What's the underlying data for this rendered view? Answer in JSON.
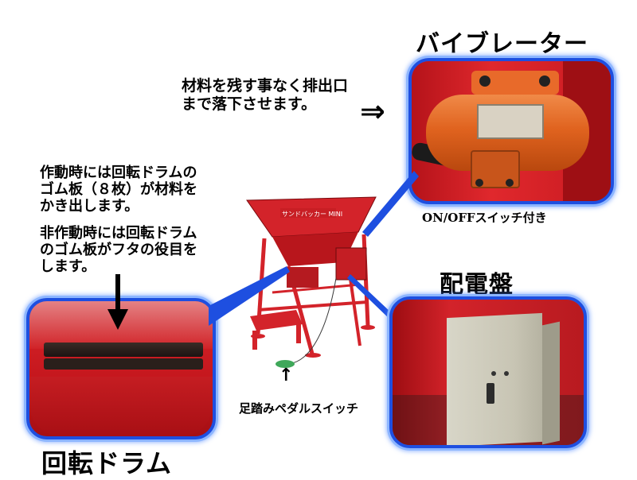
{
  "vibrator": {
    "title": "バイブレーター",
    "caption": "ON/OFFスイッチ付き",
    "note_line1": "材料を残す事なく排出口",
    "note_line2": "まで落下させます。",
    "arrow": "⇒"
  },
  "drum": {
    "title": "回転ドラム",
    "note1_line1": "作動時には回転ドラムの",
    "note1_line2": "ゴム板（８枚）が材料を",
    "note1_line3": "かき出します。",
    "note2_line1": "非作動時には回転ドラム",
    "note2_line2": "のゴム板がフタの役目を",
    "note2_line3": "します。"
  },
  "panel": {
    "title": "配電盤"
  },
  "pedal": {
    "caption": "足踏みペダルスイッチ",
    "arrow": "↑"
  },
  "machine": {
    "hopper_label": "サンドバッカー MINI"
  },
  "colors": {
    "frame_red": "#d3232a",
    "highlight_blue": "#1e4fe0",
    "motor_orange": "#e0631f",
    "panel_beige": "#cfccbb",
    "pedal_green": "#3fa85a"
  }
}
